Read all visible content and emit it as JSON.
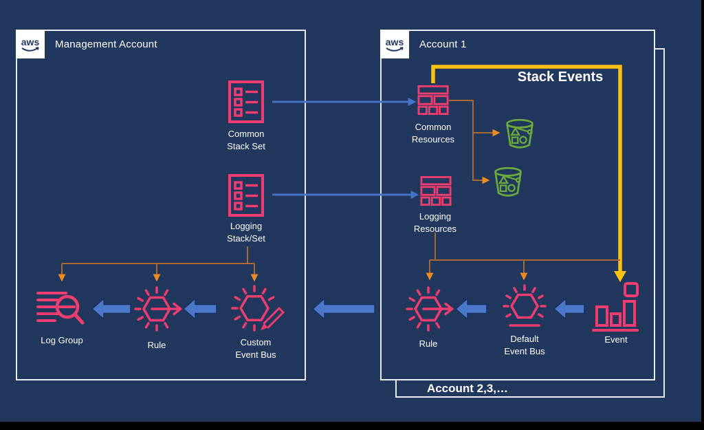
{
  "colors": {
    "background": "#22375e",
    "edge": "#000000",
    "box_border": "#e9edf2",
    "pink": "#ee3d6e",
    "green": "#6aaa3c",
    "blue_fill": "#4a77c9",
    "blue_line": "#4472c4",
    "orange_line": "#a86830",
    "orange_head": "#ee8c22",
    "yellow": "#fdc20f",
    "text": "#ffffff"
  },
  "management_box": {
    "logo": "aws",
    "title": "Management Account"
  },
  "account1_box": {
    "logo": "aws",
    "title": "Account 1",
    "stack_events_label": "Stack Events"
  },
  "back_box": {
    "title": "Account 2,3,…"
  },
  "nodes": {
    "common_stack_set": {
      "label": "Common\nStack Set",
      "icon": "stack-set-icon"
    },
    "logging_stack_set": {
      "label": "Logging\nStack/Set",
      "icon": "stack-set-icon"
    },
    "log_group": {
      "label": "Log Group",
      "icon": "log-group-icon"
    },
    "rule_left": {
      "label": "Rule",
      "icon": "rule-icon"
    },
    "custom_event_bus": {
      "label": "Custom\nEvent Bus",
      "icon": "event-bus-pencil-icon"
    },
    "common_resources": {
      "label": "Common\nResources",
      "icon": "stack-icon"
    },
    "logging_resources": {
      "label": "Logging\nResources",
      "icon": "stack-icon"
    },
    "bucket_common": {
      "icon": "s3-bucket-icon"
    },
    "bucket_logging": {
      "icon": "s3-bucket-icon"
    },
    "rule_right": {
      "label": "Rule",
      "icon": "rule-icon"
    },
    "default_event_bus": {
      "label": "Default\nEvent Bus",
      "icon": "event-bus-icon"
    },
    "event": {
      "label": "Event",
      "icon": "event-icon"
    }
  }
}
